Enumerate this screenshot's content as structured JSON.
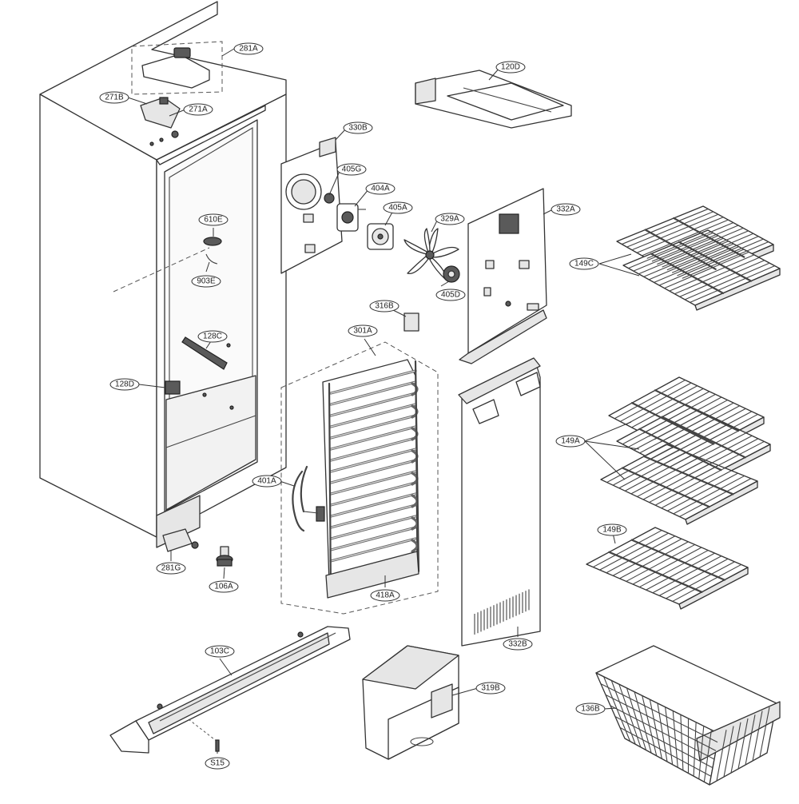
{
  "labels": {
    "281A": "281A",
    "271B": "271B",
    "271A": "271A",
    "120D": "120D",
    "330B": "330B",
    "405G": "405G",
    "404A": "404A",
    "405A": "405A",
    "329A": "329A",
    "332A": "332A",
    "149C": "149C",
    "610E": "610E",
    "903E": "903E",
    "405D": "405D",
    "316B": "316B",
    "301A": "301A",
    "128C": "128C",
    "128D": "128D",
    "149A": "149A",
    "401A": "401A",
    "149B": "149B",
    "281G": "281G",
    "106A": "106A",
    "418A": "418A",
    "332B": "332B",
    "103C": "103C",
    "319B": "319B",
    "136B": "136B",
    "S15": "S15"
  },
  "colors": {
    "line": "#333333",
    "background": "#ffffff",
    "shade": "#e6e6e6"
  }
}
